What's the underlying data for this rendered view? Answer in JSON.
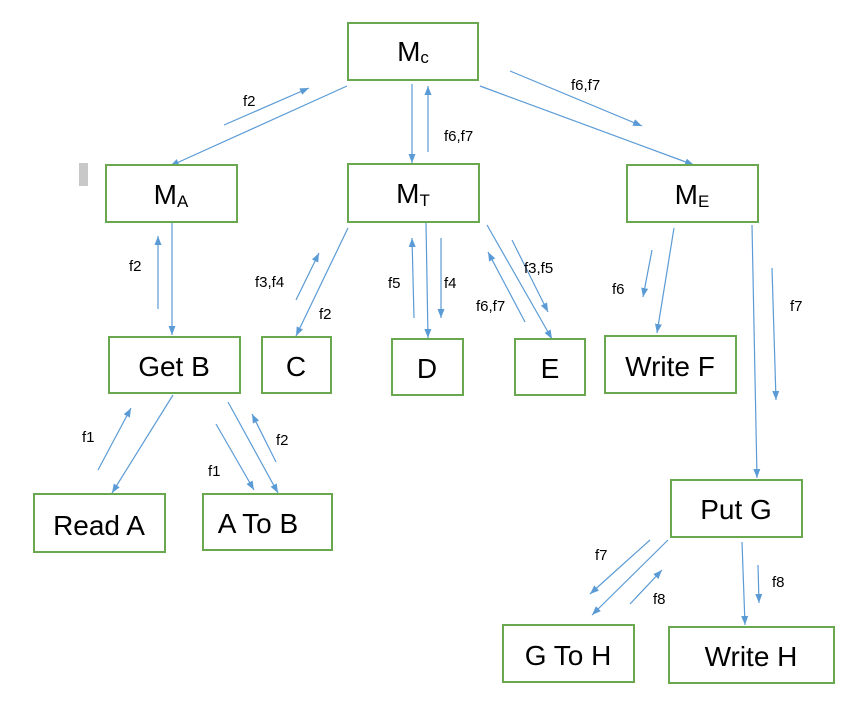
{
  "nodes": {
    "mc": {
      "main": "M",
      "sub": "c"
    },
    "ma": {
      "main": "M",
      "sub": "A"
    },
    "mt": {
      "main": "M",
      "sub": "T"
    },
    "me": {
      "main": "M",
      "sub": "E"
    },
    "getb": {
      "label": "Get B"
    },
    "c": {
      "label": "C"
    },
    "d": {
      "label": "D"
    },
    "e": {
      "label": "E"
    },
    "writef": {
      "label": "Write F"
    },
    "reada": {
      "label": "Read A"
    },
    "atob": {
      "label": "A To B"
    },
    "putg": {
      "label": "Put G"
    },
    "gtoh": {
      "label": "G To H"
    },
    "writeh": {
      "label": "Write H"
    }
  },
  "flows": {
    "mc_ma": "f2",
    "mc_mt": "f6,f7",
    "mc_me": "f6,f7",
    "ma_getb": "f2",
    "mt_c_up": "f3,f4",
    "mt_c_down": "f2",
    "mt_d_up": "f5",
    "mt_d_down": "f4",
    "mt_e_down": "f3,f5",
    "mt_e_up": "f6,f7",
    "me_writef": "f6",
    "me_putg": "f7",
    "getb_reada": "f1",
    "getb_atob_down": "f1",
    "getb_atob_up": "f2",
    "putg_gtoh": "f7",
    "gtoh_putg": "f8",
    "putg_writeh": "f8"
  },
  "colors": {
    "node_border": "#6aa84f",
    "arrow": "#5b9bd5"
  }
}
